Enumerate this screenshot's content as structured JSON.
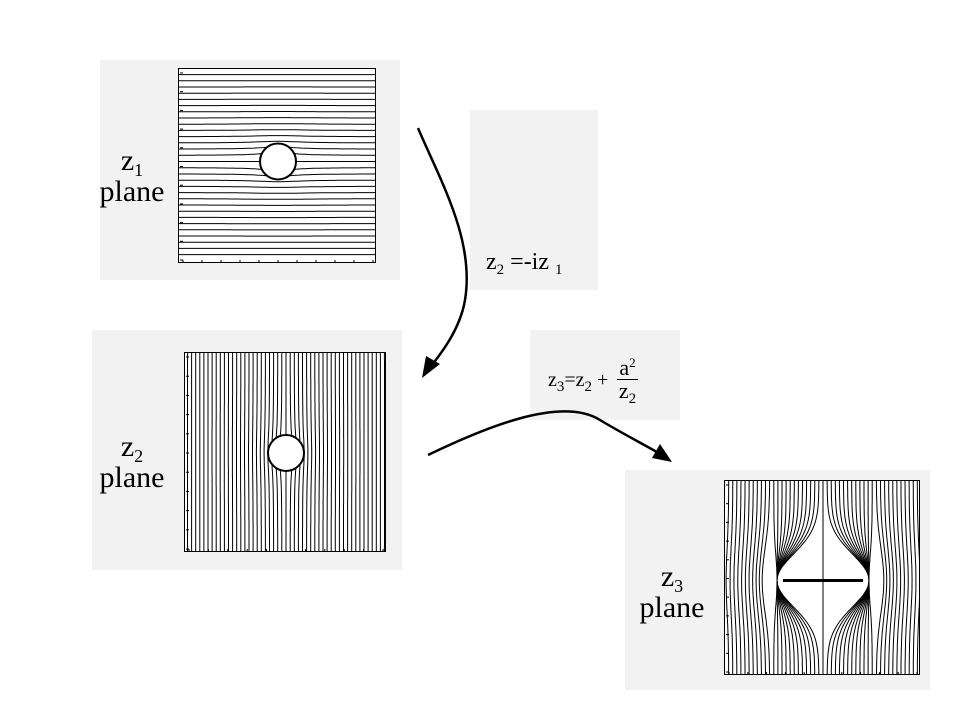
{
  "planes": [
    {
      "var": "z",
      "sub": "1",
      "word": "plane"
    },
    {
      "var": "z",
      "sub": "2",
      "word": "plane"
    },
    {
      "var": "z",
      "sub": "3",
      "word": "plane"
    }
  ],
  "map1": {
    "lhs_var": "z",
    "lhs_sub": "2",
    "eq": "=-iz",
    "rhs_sub": "1"
  },
  "map2": {
    "lhs_var": "z",
    "lhs_sub": "3",
    "eq": "=z",
    "rhs_sub": "2",
    "plus": "+",
    "num_var": "a",
    "num_sup": "2",
    "den_var": "z",
    "den_sub": "2"
  },
  "plots": [
    {
      "flow": "uniform flow past a circular cylinder (horizontal streamlines)"
    },
    {
      "flow": "rotated flow past a circular cylinder (vertical streamlines)"
    },
    {
      "flow": "flow past a flat plate after Joukowski map"
    }
  ]
}
